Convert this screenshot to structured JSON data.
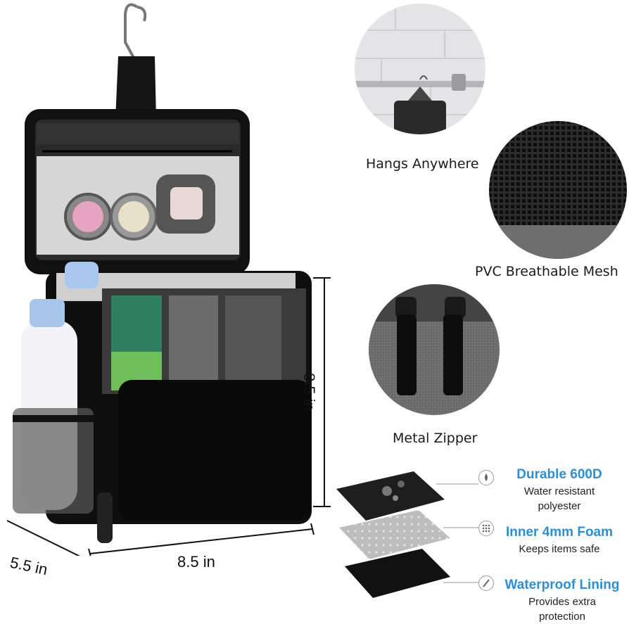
{
  "dimensions": {
    "height": "8.5 in",
    "width": "8.5 in",
    "depth": "5.5 in"
  },
  "callouts": {
    "hangs": "Hangs Anywhere",
    "mesh": "PVC Breathable Mesh",
    "zipper": "Metal Zipper"
  },
  "features": [
    {
      "title": "Durable 600D",
      "line1": "Water resistant",
      "line2": "polyester",
      "icon": "droplet-icon"
    },
    {
      "title": "Inner 4mm Foam",
      "line1": "Keeps items safe",
      "line2": "",
      "icon": "grid-icon"
    },
    {
      "title": "Waterproof Lining",
      "line1": "Provides extra",
      "line2": "protection",
      "icon": "feather-icon"
    }
  ],
  "colors": {
    "bag": "#111111",
    "accent": "#2e8fd0",
    "mesh": "#3a3a3a",
    "lining_grey": "#9a9a9a"
  }
}
